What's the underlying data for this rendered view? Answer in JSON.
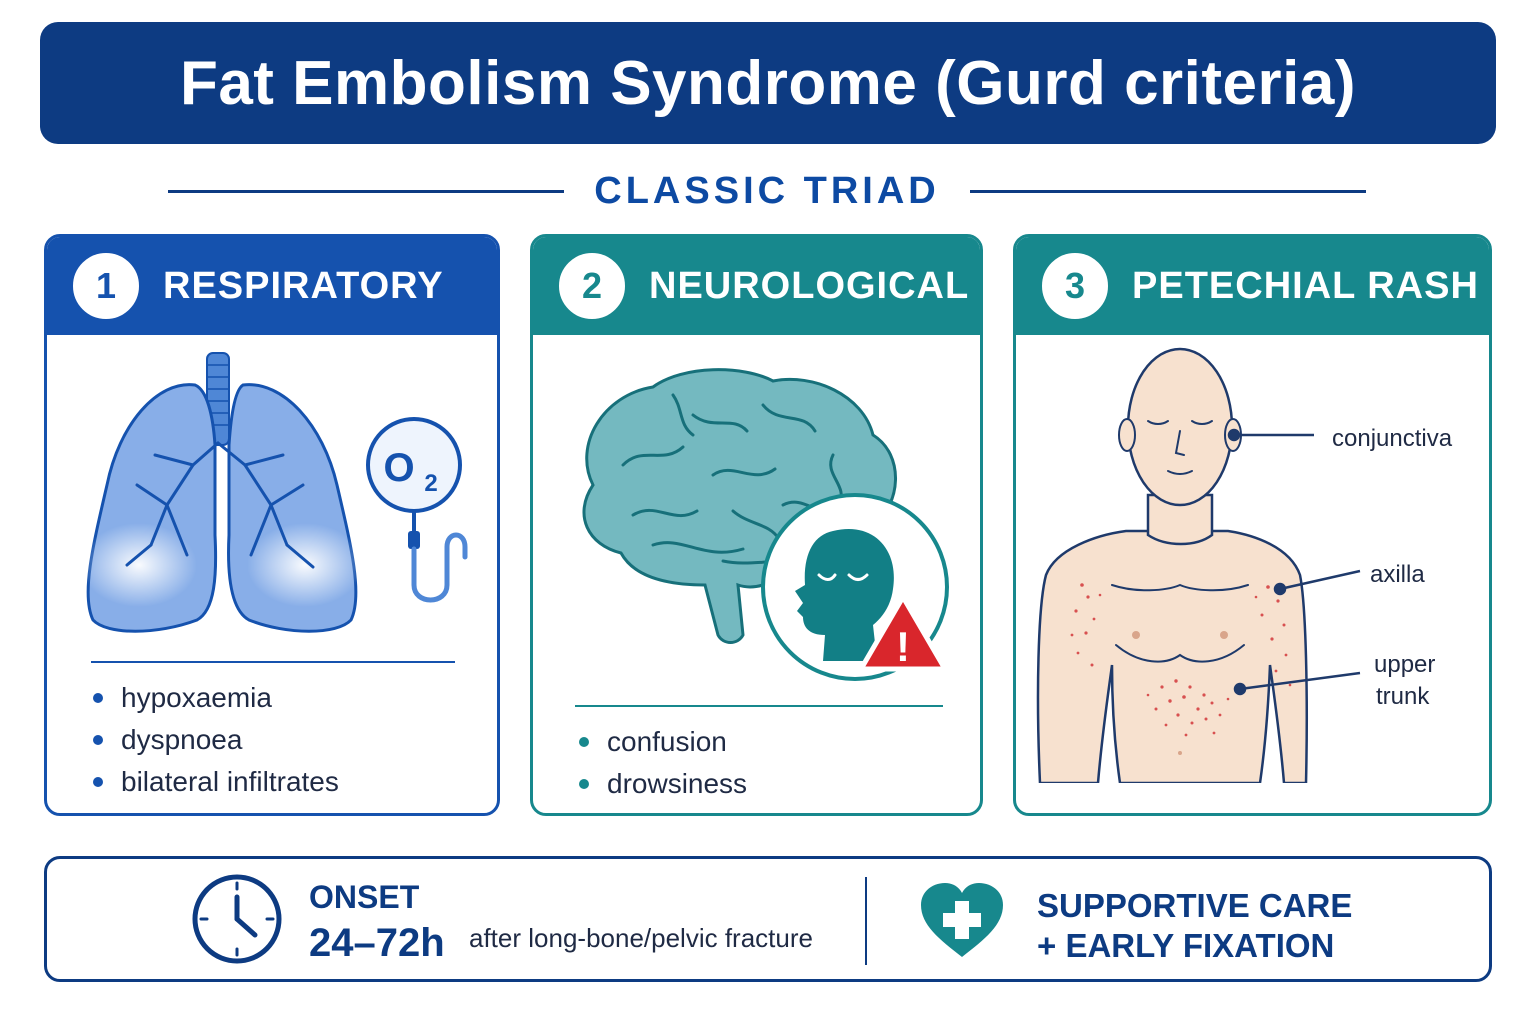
{
  "header": {
    "title": "Fat Embolism Syndrome (Gurd criteria)"
  },
  "section": {
    "label": "CLASSIC TRIAD"
  },
  "cards": [
    {
      "number": "1",
      "title": "RESPIRATORY",
      "icon": "lungs-icon",
      "oxygen_badge": {
        "symbol": "O",
        "subscript": "2"
      },
      "bullets": [
        "hypoxaemia",
        "dyspnoea",
        "bilateral infiltrates"
      ]
    },
    {
      "number": "2",
      "title": "NEUROLOGICAL",
      "icon": "brain-icon",
      "warning_symbol": "!",
      "bullets": [
        "confusion",
        "drowsiness"
      ]
    },
    {
      "number": "3",
      "title": "PETECHIAL RASH",
      "icon": "body-icon",
      "annotations": [
        "conjunctiva",
        "axilla",
        "upper",
        "trunk"
      ]
    }
  ],
  "footer": {
    "onset_label": "ONSET",
    "onset_value": "24–72h",
    "onset_note": "after long-bone/pelvic fracture",
    "care_line1": "SUPPORTIVE CARE",
    "care_line2": "+ EARLY FIXATION"
  },
  "colors": {
    "navy": "#0d3b82",
    "blue": "#1552ae",
    "teal": "#17888d",
    "warning_red": "#d9262c",
    "skin": "#f7e1cf",
    "rash_red": "#d85050"
  }
}
